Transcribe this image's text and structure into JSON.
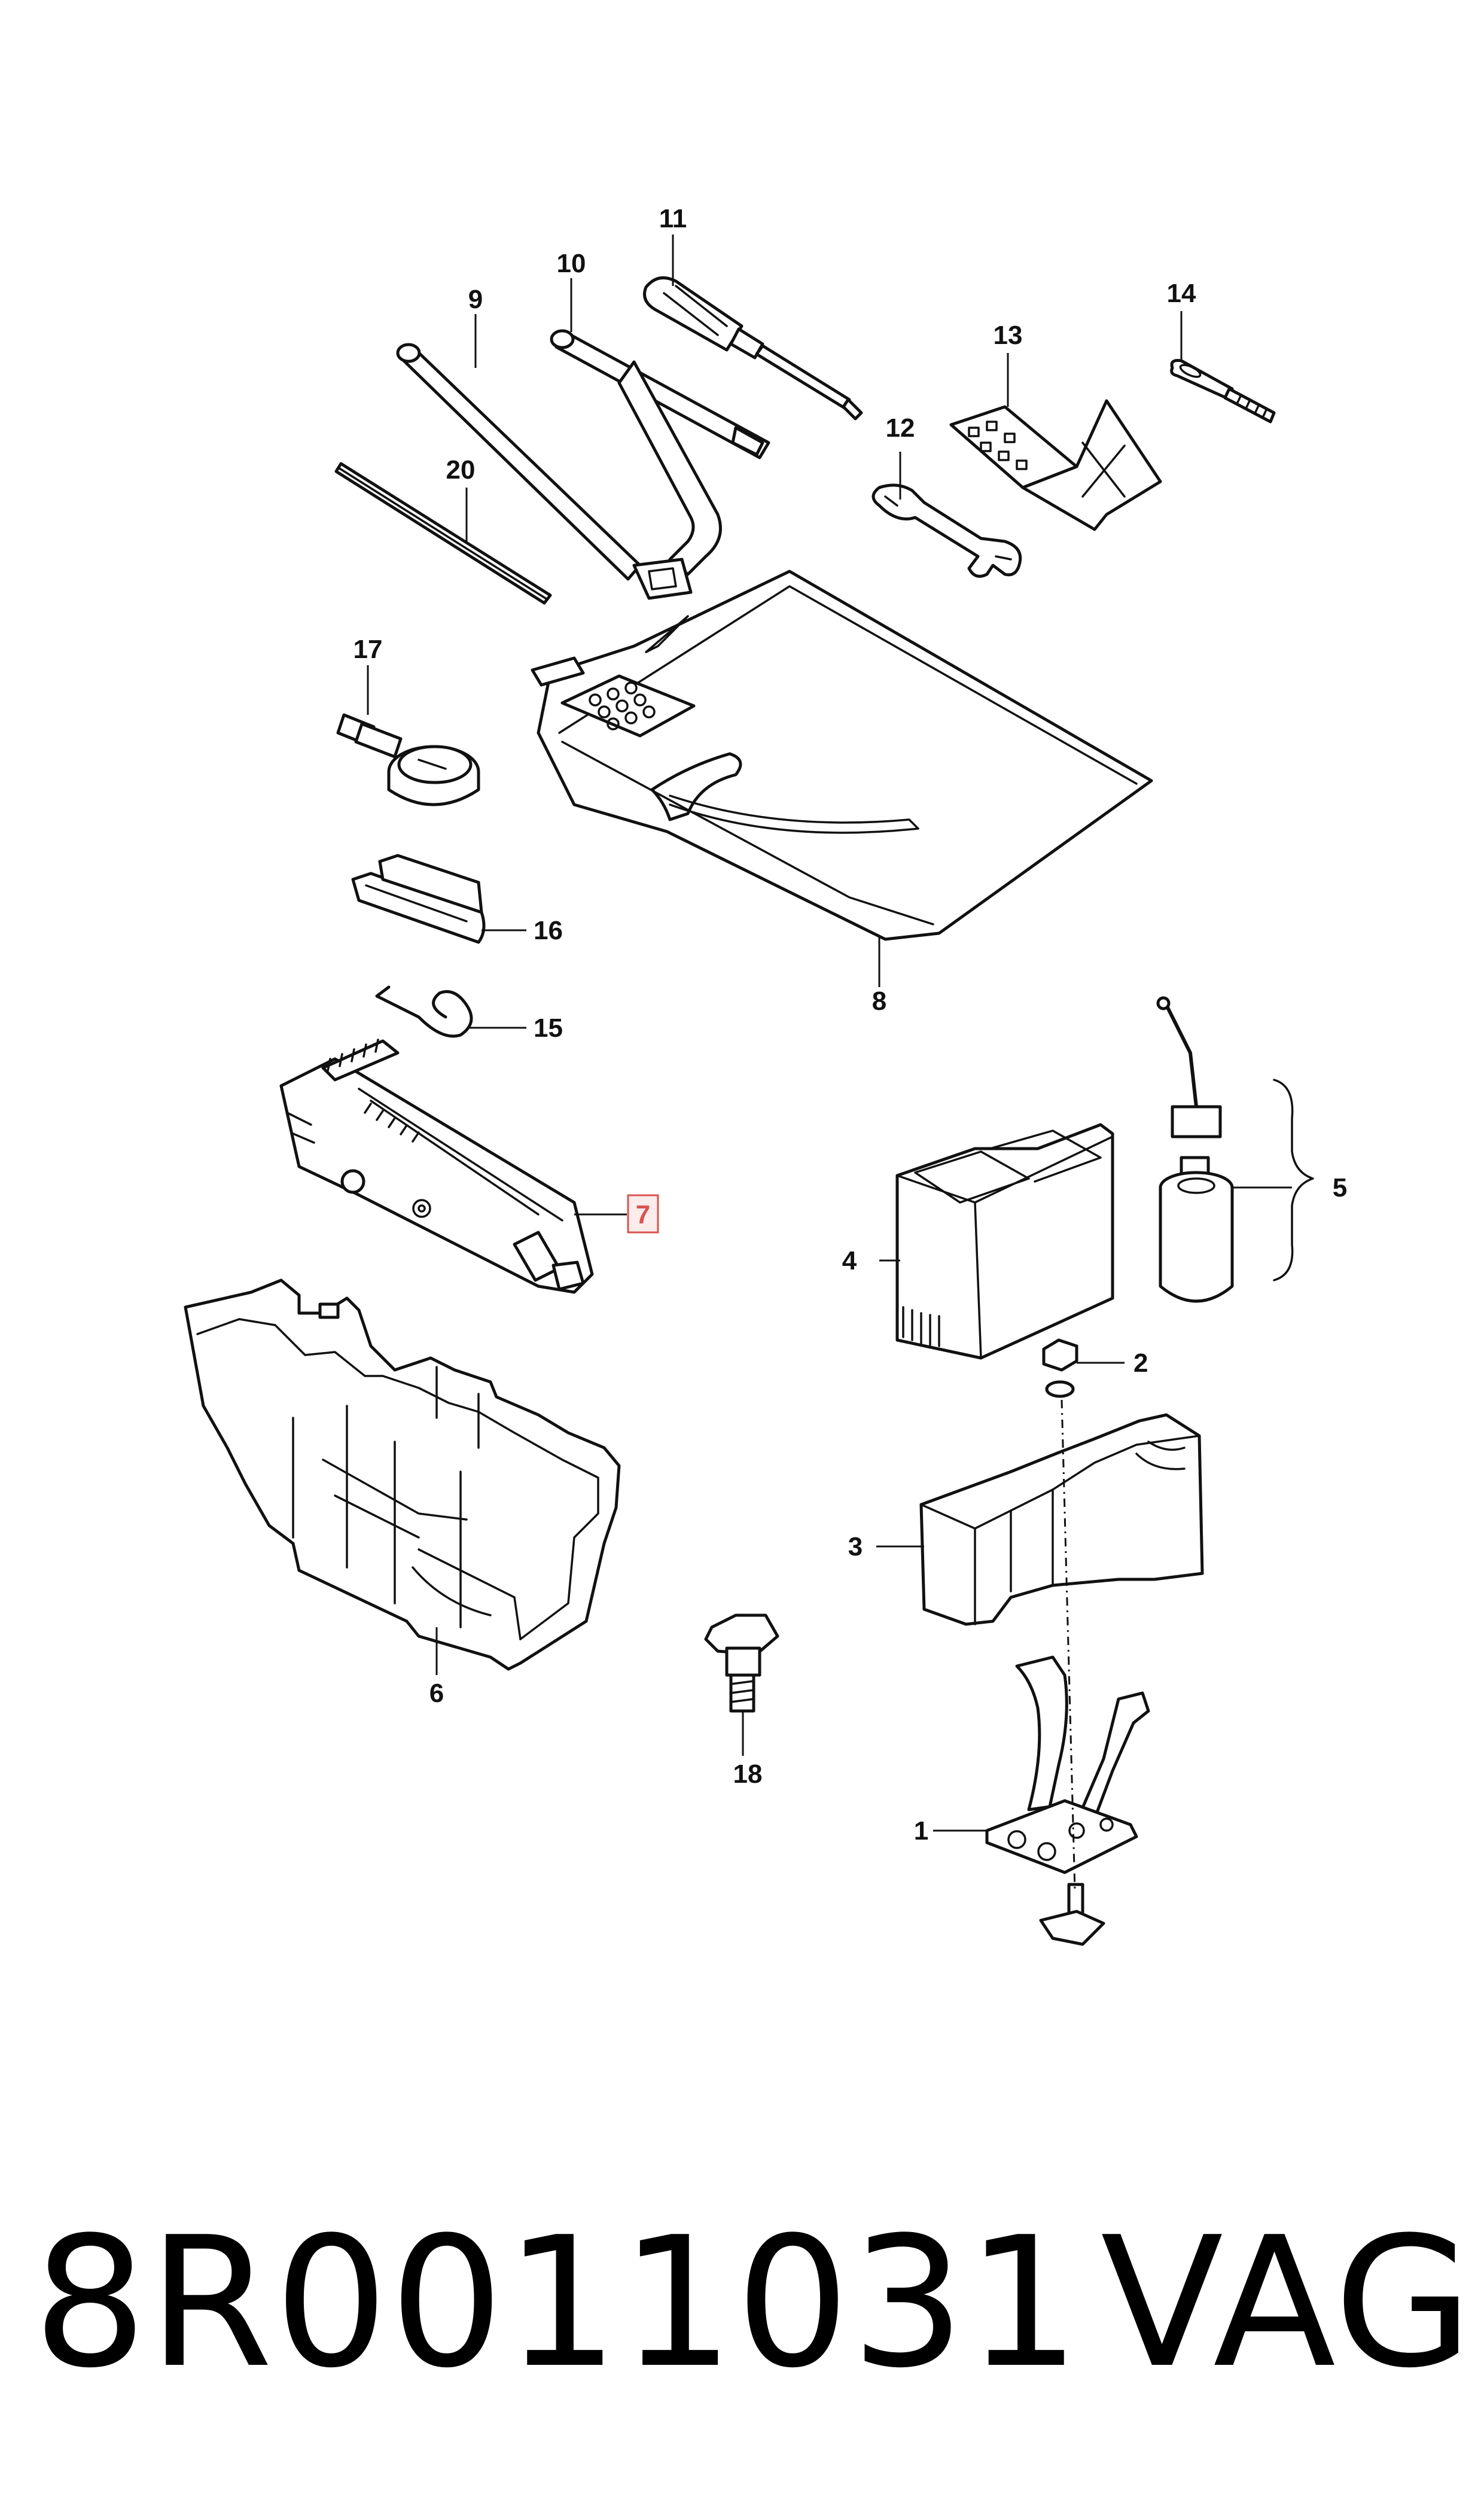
{
  "diagram": {
    "callouts": {
      "c1": "1",
      "c2": "2",
      "c3": "3",
      "c4": "4",
      "c5": "5",
      "c6": "6",
      "c7": "7",
      "c8": "8",
      "c9": "9",
      "c10": "10",
      "c11": "11",
      "c12": "12",
      "c13": "13",
      "c14": "14",
      "c15": "15",
      "c16": "16",
      "c17": "17",
      "c18": "18",
      "c20": "20"
    },
    "highlighted_callout": "7",
    "highlight_color": "#d9534f"
  },
  "footer": {
    "part_number": "8R0011031",
    "brand": "VAG"
  }
}
